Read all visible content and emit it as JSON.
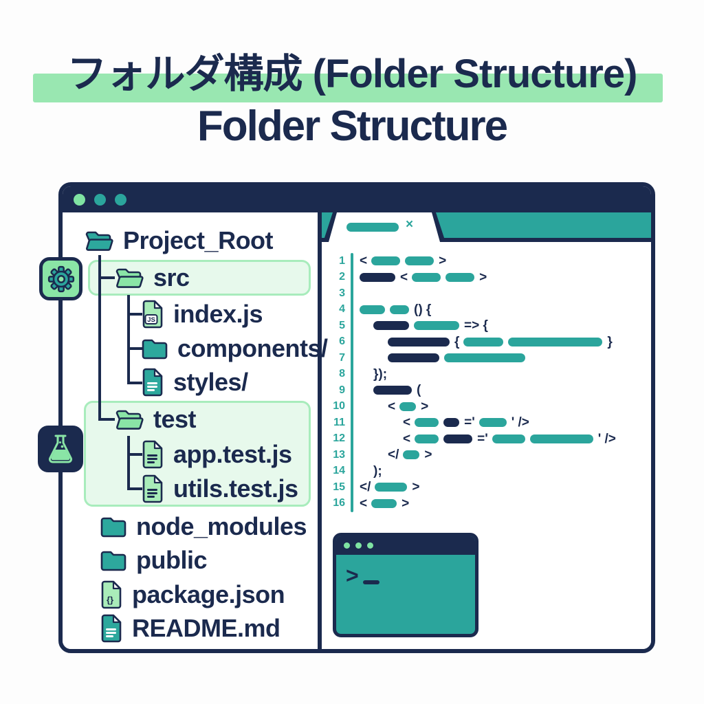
{
  "title": {
    "main": "フォルダ構成 (Folder Structure)",
    "sub": "Folder Structure",
    "highlight_color": "#99e7b1"
  },
  "colors": {
    "navy": "#1b2a4e",
    "teal": "#2ba59c",
    "light_green": "#8ae5a6",
    "pale_green_fill": "#e7f9ec",
    "pale_green_border": "#a8ecbc",
    "white": "#ffffff"
  },
  "window": {
    "titlebar": {
      "dots": [
        "#7fe3a2",
        "#2ba59c",
        "#2ba59c"
      ]
    },
    "tree": {
      "items": [
        {
          "label": "Project_Root",
          "icon": "open-folder-icon",
          "style": "teal",
          "highlighted": false
        },
        {
          "label": "src",
          "icon": "open-folder-icon",
          "style": "green",
          "highlighted": true
        },
        {
          "label": "index.js",
          "icon": "js-file-icon",
          "style": "green",
          "highlighted": false
        },
        {
          "label": "components/",
          "icon": "closed-folder-icon",
          "style": "teal",
          "highlighted": false
        },
        {
          "label": "styles/",
          "icon": "doc-file-icon",
          "style": "teal",
          "highlighted": false
        },
        {
          "label": "test",
          "icon": "open-folder-icon",
          "style": "green",
          "highlighted": true
        },
        {
          "label": "app.test.js",
          "icon": "doc-file-icon",
          "style": "green",
          "highlighted": true
        },
        {
          "label": "utils.test.js",
          "icon": "doc-file-icon",
          "style": "green",
          "highlighted": true
        },
        {
          "label": "node_modules",
          "icon": "closed-folder-icon",
          "style": "teal",
          "highlighted": false
        },
        {
          "label": "public",
          "icon": "closed-folder-icon",
          "style": "teal",
          "highlighted": false
        },
        {
          "label": "package.json",
          "icon": "json-file-icon",
          "style": "green",
          "highlighted": false
        },
        {
          "label": "README.md",
          "icon": "doc-file-icon",
          "style": "teal",
          "highlighted": false
        }
      ]
    },
    "editor": {
      "tab": {
        "close": "×"
      },
      "lines": [
        {
          "n": 1,
          "i": 0,
          "s": [
            {
              "g": "<"
            },
            {
              "p": "t",
              "w": 42
            },
            {
              "p": "t",
              "w": 42
            },
            {
              "g": ">"
            }
          ]
        },
        {
          "n": 2,
          "i": 0,
          "s": [
            {
              "p": "n",
              "w": 52
            },
            {
              "g": "<"
            },
            {
              "p": "t",
              "w": 42
            },
            {
              "p": "t",
              "w": 42
            },
            {
              "g": ">"
            }
          ]
        },
        {
          "n": 3,
          "i": 0,
          "s": []
        },
        {
          "n": 4,
          "i": 0,
          "s": [
            {
              "p": "t",
              "w": 37
            },
            {
              "p": "t",
              "w": 28
            },
            {
              "g": "() {"
            }
          ]
        },
        {
          "n": 5,
          "i": 20,
          "s": [
            {
              "p": "n",
              "w": 52
            },
            {
              "p": "t",
              "w": 66
            },
            {
              "g": "=> {"
            }
          ]
        },
        {
          "n": 6,
          "i": 41,
          "s": [
            {
              "p": "n",
              "w": 90
            },
            {
              "g": "{"
            },
            {
              "p": "t",
              "w": 58
            },
            {
              "p": "t",
              "w": 137
            },
            {
              "g": "}"
            }
          ]
        },
        {
          "n": 7,
          "i": 41,
          "s": [
            {
              "p": "n",
              "w": 75
            },
            {
              "p": "t",
              "w": 118
            }
          ]
        },
        {
          "n": 8,
          "i": 20,
          "s": [
            {
              "g": "});"
            }
          ]
        },
        {
          "n": 9,
          "i": 20,
          "s": [
            {
              "p": "n",
              "w": 56
            },
            {
              "g": "("
            }
          ]
        },
        {
          "n": 10,
          "i": 41,
          "s": [
            {
              "g": "<"
            },
            {
              "p": "t",
              "w": 24
            },
            {
              "g": ">"
            }
          ]
        },
        {
          "n": 11,
          "i": 63,
          "s": [
            {
              "g": "<"
            },
            {
              "p": "t",
              "w": 35
            },
            {
              "p": "n",
              "w": 23
            },
            {
              "g": "='"
            },
            {
              "p": "t",
              "w": 40
            },
            {
              "g": "' />"
            }
          ]
        },
        {
          "n": 12,
          "i": 63,
          "s": [
            {
              "g": "<"
            },
            {
              "p": "t",
              "w": 35
            },
            {
              "p": "n",
              "w": 42
            },
            {
              "g": "='"
            },
            {
              "p": "t",
              "w": 48
            },
            {
              "p": "t",
              "w": 92
            },
            {
              "g": "' />"
            }
          ]
        },
        {
          "n": 13,
          "i": 41,
          "s": [
            {
              "g": "</"
            },
            {
              "p": "t",
              "w": 24
            },
            {
              "g": ">"
            }
          ]
        },
        {
          "n": 14,
          "i": 20,
          "s": [
            {
              "g": ");"
            }
          ]
        },
        {
          "n": 15,
          "i": 0,
          "s": [
            {
              "g": "</"
            },
            {
              "p": "t",
              "w": 47
            },
            {
              "g": ">"
            }
          ]
        },
        {
          "n": 16,
          "i": 0,
          "s": [
            {
              "g": "<"
            },
            {
              "p": "t",
              "w": 37
            },
            {
              "g": ">"
            }
          ]
        }
      ]
    },
    "terminal": {
      "prompt": ">_"
    }
  },
  "side_icons": [
    {
      "name": "gear-icon"
    },
    {
      "name": "flask-icon"
    }
  ]
}
